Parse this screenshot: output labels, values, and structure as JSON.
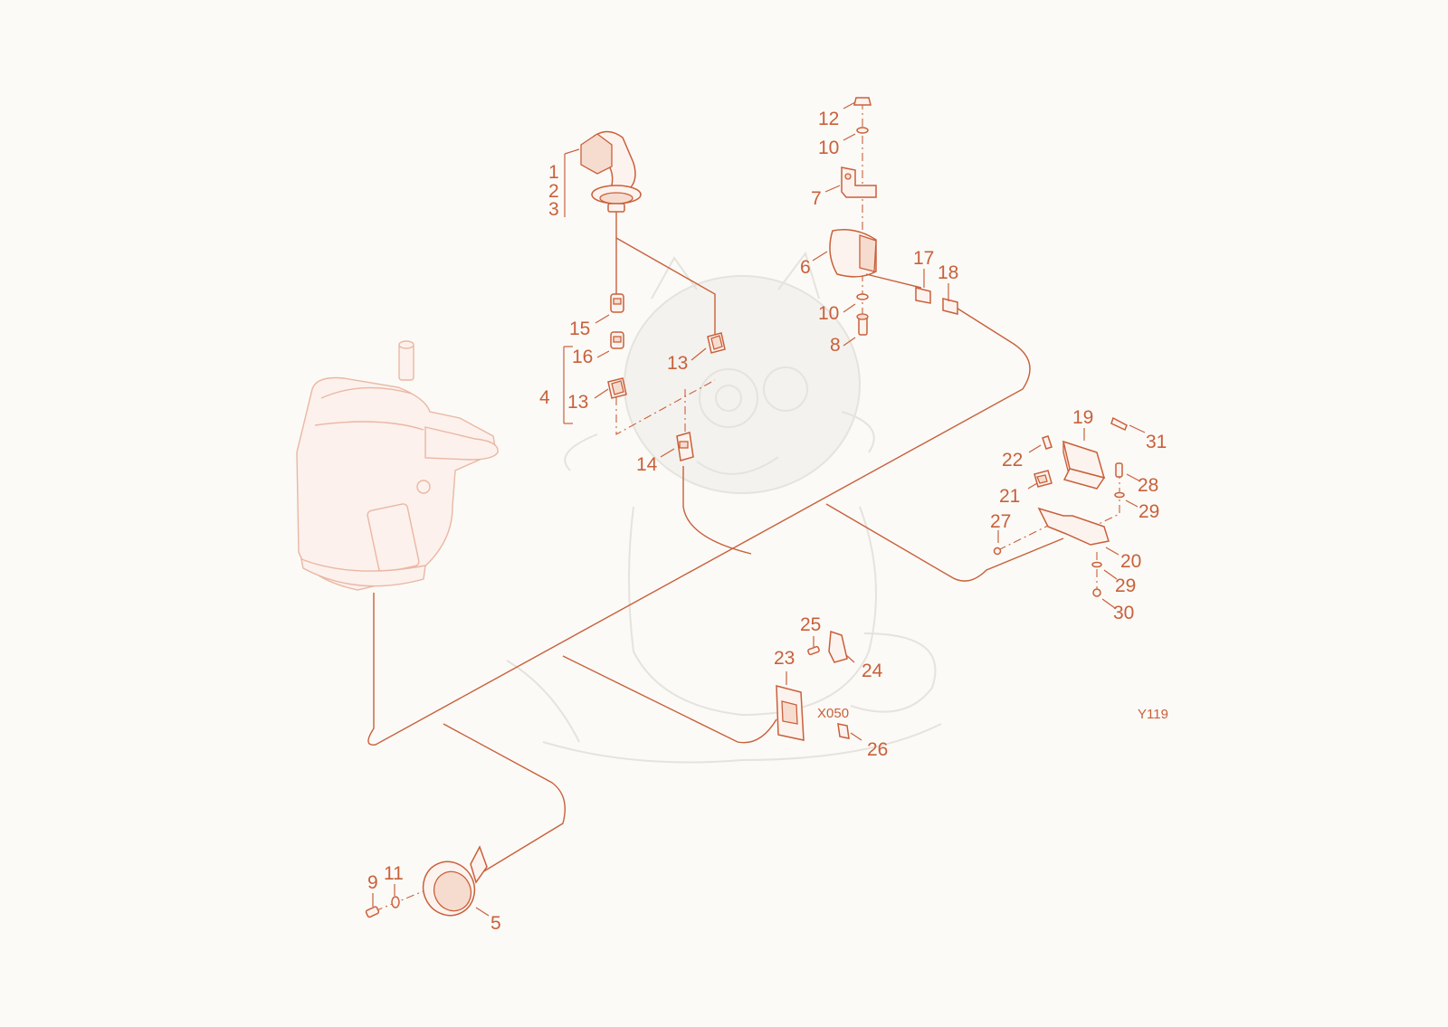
{
  "labels": {
    "n1": "1",
    "n2": "2",
    "n3": "3",
    "n4": "4",
    "n5": "5",
    "n6": "6",
    "n7": "7",
    "n8": "8",
    "n9": "9",
    "n10a": "10",
    "n10b": "10",
    "n11": "11",
    "n12": "12",
    "n13a": "13",
    "n13b": "13",
    "n14": "14",
    "n15": "15",
    "n16": "16",
    "n17": "17",
    "n18": "18",
    "n19": "19",
    "n20": "20",
    "n21": "21",
    "n22": "22",
    "n23": "23",
    "n24": "24",
    "n25": "25",
    "n26": "26",
    "n27": "27",
    "n28": "28",
    "n29a": "29",
    "n29b": "29",
    "n30": "30",
    "n31": "31"
  },
  "codes": {
    "connector": "X050",
    "figure": "Y119"
  },
  "colors": {
    "line": "#c9603a",
    "background": "#fbfaf7"
  }
}
